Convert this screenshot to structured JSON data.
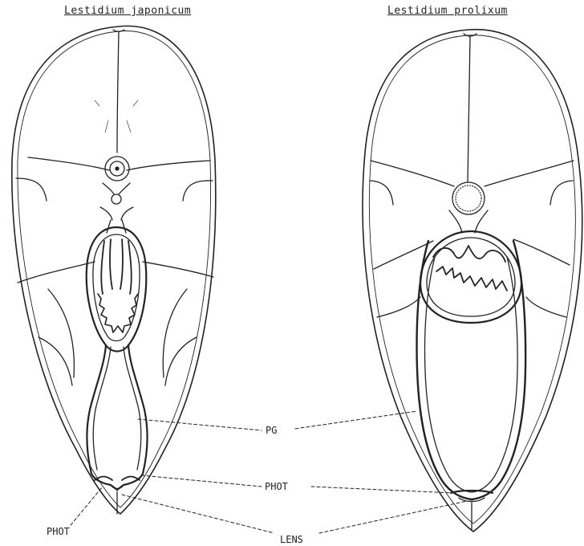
{
  "figure": {
    "left_title": "Lestidium japonicum",
    "right_title": "Lestidium prolixum",
    "labels": {
      "pg": "PG",
      "phot_center": "PHOT",
      "phot_left": "PHOT",
      "lens": "LENS"
    }
  }
}
